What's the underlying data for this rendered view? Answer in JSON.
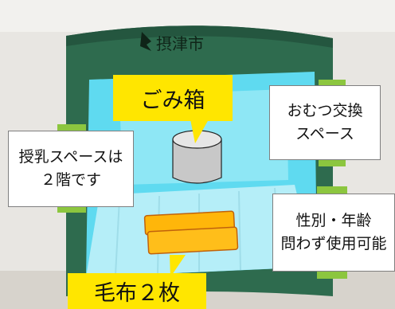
{
  "tent_sign": "摂津市",
  "labels": {
    "trash": "ごみ箱",
    "blanket": "毛布２枚",
    "nursing_line1": "授乳スペースは",
    "nursing_line2": "２階です",
    "diaper_line1": "おむつ交換",
    "diaper_line2": "スペース",
    "any_gender_line1": "性別・年齢",
    "any_gender_line2": "問わず使用可能"
  },
  "colors": {
    "tent_fabric": "#2e6b4e",
    "tent_inner": "#5fdaf0",
    "callout_yellow": "#ffe600",
    "blanket_orange": "#ffb60a",
    "tape_green": "#8cc63f",
    "trash_gray": "#c8c8c8"
  }
}
